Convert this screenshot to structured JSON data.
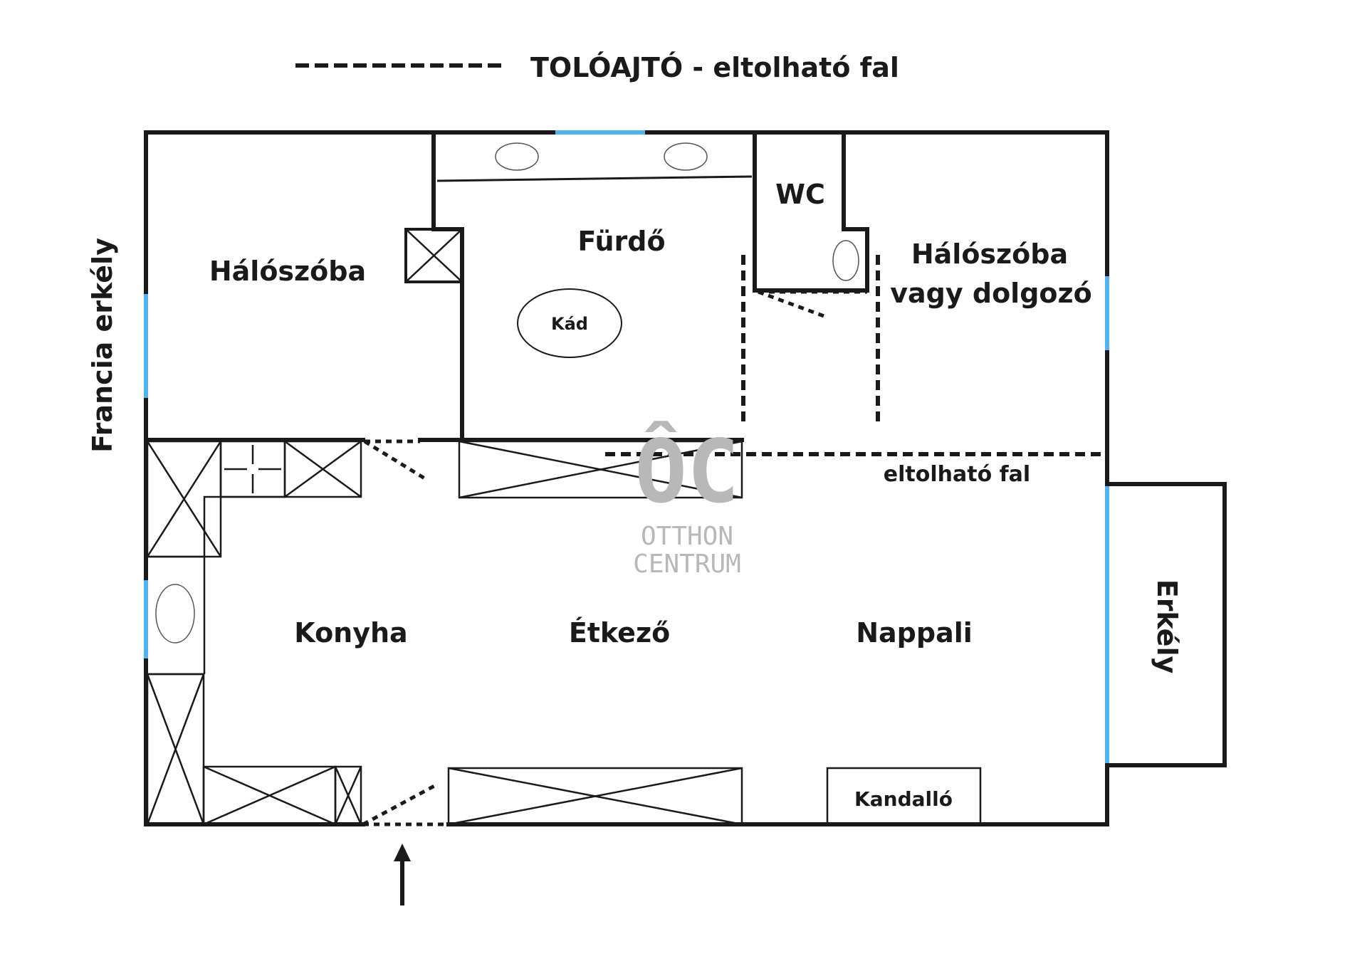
{
  "legend": {
    "text": "TOLÓAJTÓ - eltolható fal"
  },
  "rooms": {
    "bedroom_left": "Hálószóba",
    "bathroom": "Fürdő",
    "bathtub": "Kád",
    "wc": "WC",
    "bedroom_right_line1": "Hálószóba",
    "bedroom_right_line2": "vagy dolgozó",
    "sliding_wall": "eltolható fal",
    "kitchen": "Konyha",
    "dining": "Étkező",
    "living": "Nappali",
    "fireplace": "Kandalló",
    "balcony": "Erkély",
    "french_balcony": "Francia erkély"
  },
  "watermark": {
    "logo_mark": "ÔC",
    "line1": "OTTHON",
    "line2": "CENTRUM"
  },
  "colors": {
    "wall": "#1a1a1a",
    "window": "#4fb3f0",
    "watermark": "#b8b8b8"
  }
}
